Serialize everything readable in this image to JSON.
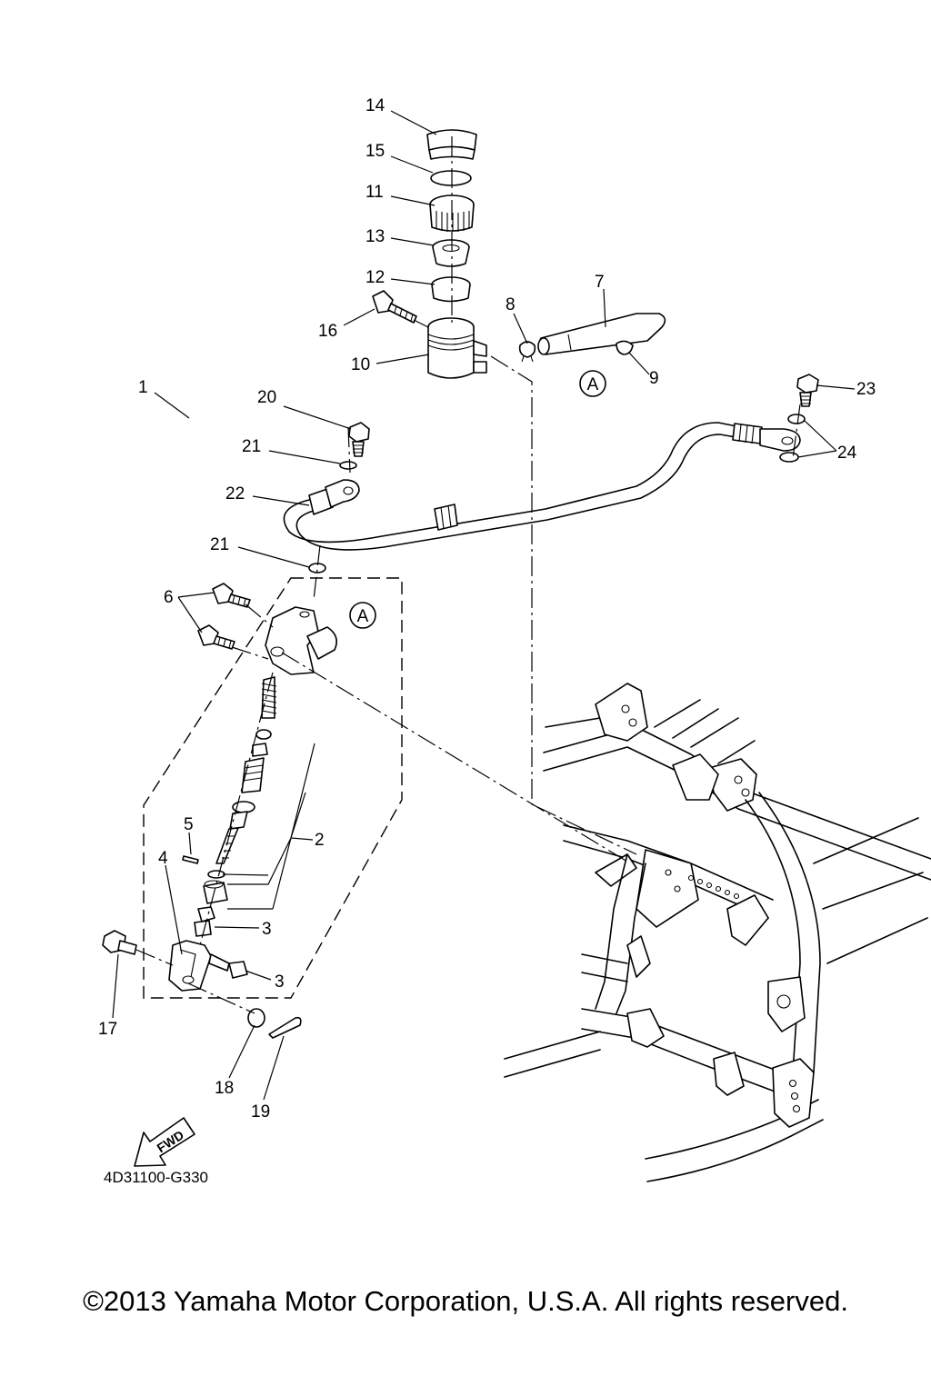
{
  "diagram": {
    "callouts": [
      {
        "id": "c14",
        "text": "14"
      },
      {
        "id": "c15",
        "text": "15"
      },
      {
        "id": "c11",
        "text": "11"
      },
      {
        "id": "c13",
        "text": "13"
      },
      {
        "id": "c12",
        "text": "12"
      },
      {
        "id": "c16",
        "text": "16"
      },
      {
        "id": "c10",
        "text": "10"
      },
      {
        "id": "c8",
        "text": "8"
      },
      {
        "id": "c7",
        "text": "7"
      },
      {
        "id": "c9",
        "text": "9"
      },
      {
        "id": "c20",
        "text": "20"
      },
      {
        "id": "c21a",
        "text": "21"
      },
      {
        "id": "c22",
        "text": "22"
      },
      {
        "id": "c21b",
        "text": "21"
      },
      {
        "id": "c23",
        "text": "23"
      },
      {
        "id": "c24",
        "text": "24"
      },
      {
        "id": "c6",
        "text": "6"
      },
      {
        "id": "c1",
        "text": "1"
      },
      {
        "id": "c5",
        "text": "5"
      },
      {
        "id": "c2",
        "text": "2"
      },
      {
        "id": "c4",
        "text": "4"
      },
      {
        "id": "c3a",
        "text": "3"
      },
      {
        "id": "c3b",
        "text": "3"
      },
      {
        "id": "c17",
        "text": "17"
      },
      {
        "id": "c18",
        "text": "18"
      },
      {
        "id": "c19",
        "text": "19"
      }
    ],
    "connector_label": "A",
    "fwd_label": "FWD",
    "part_code": "4D31100-G330"
  },
  "footer": {
    "copyright": "©2013 Yamaha Motor Corporation, U.S.A. All rights reserved."
  }
}
